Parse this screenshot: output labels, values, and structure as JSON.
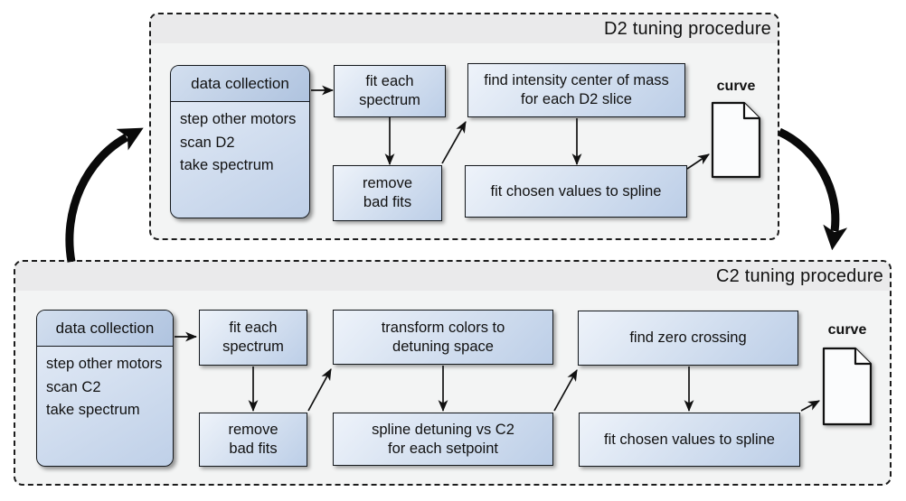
{
  "colors": {
    "node_gradient_light": "#eef3fa",
    "node_gradient_dark": "#bccee7",
    "panel_background": "#f3f4f4",
    "panel_title_strip": "#eaeaeb",
    "border": "#14181c",
    "arrow": "#111111"
  },
  "icons": {
    "output_document": "document-icon"
  },
  "d2": {
    "title": "D2 tuning procedure",
    "data_collection": {
      "header": "data collection",
      "body": "step other motors\nscan D2\ntake spectrum"
    },
    "nodes": {
      "fit_each": "fit each\nspectrum",
      "remove": "remove\nbad fits",
      "find_com": "find intensity center of mass\nfor each D2 slice",
      "fit_spline": "fit chosen values to spline"
    },
    "output_label": "curve"
  },
  "c2": {
    "title": "C2 tuning procedure",
    "data_collection": {
      "header": "data collection",
      "body": "step other motors\nscan C2\ntake spectrum"
    },
    "nodes": {
      "fit_each": "fit each\nspectrum",
      "remove": "remove\nbad fits",
      "transform": "transform colors to\ndetuning space",
      "spline_detuning": "spline detuning vs C2\nfor each setpoint",
      "zero_crossing": "find zero crossing",
      "fit_spline": "fit chosen values to spline"
    },
    "output_label": "curve"
  }
}
